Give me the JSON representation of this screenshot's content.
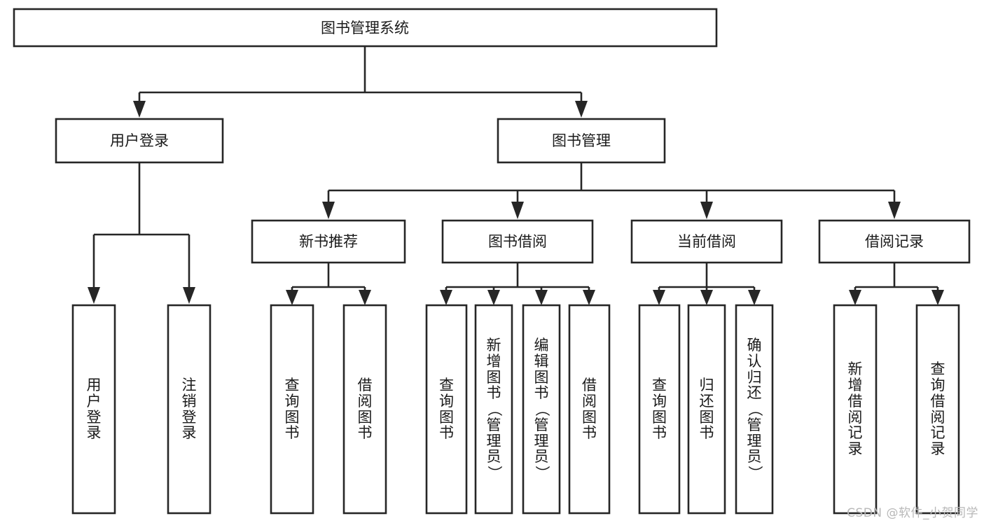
{
  "diagram": {
    "type": "tree",
    "title": "图书管理系统",
    "watermark": "CSDN @软件_小贺同学",
    "colors": {
      "stroke": "#262626",
      "fill": "#ffffff",
      "text": "#1a1a1a",
      "watermark": "#b8b8b8"
    },
    "root": {
      "label": "图书管理系统"
    },
    "level1": [
      {
        "label": "用户登录"
      },
      {
        "label": "图书管理"
      }
    ],
    "level2": [
      {
        "label": "新书推荐"
      },
      {
        "label": "图书借阅"
      },
      {
        "label": "当前借阅"
      },
      {
        "label": "借阅记录"
      }
    ],
    "leaves": {
      "user_login": [
        {
          "label": "用户登录",
          "chars": [
            "用",
            "户",
            "登",
            "录"
          ]
        },
        {
          "label": "注销登录",
          "chars": [
            "注",
            "销",
            "登",
            "录"
          ]
        }
      ],
      "new_book_recommend": [
        {
          "label": "查询图书",
          "chars": [
            "查",
            "询",
            "图",
            "书"
          ]
        },
        {
          "label": "借阅图书",
          "chars": [
            "借",
            "阅",
            "图",
            "书"
          ]
        }
      ],
      "book_borrow": [
        {
          "label": "查询图书",
          "chars": [
            "查",
            "询",
            "图",
            "书"
          ]
        },
        {
          "label": "新增图书（管理员）",
          "chars": [
            "新",
            "增",
            "图",
            "书",
            "（",
            "管",
            "理",
            "员",
            "）"
          ]
        },
        {
          "label": "编辑图书（管理员）",
          "chars": [
            "编",
            "辑",
            "图",
            "书",
            "（",
            "管",
            "理",
            "员",
            "）"
          ]
        },
        {
          "label": "借阅图书",
          "chars": [
            "借",
            "阅",
            "图",
            "书"
          ]
        }
      ],
      "current_borrow": [
        {
          "label": "查询图书",
          "chars": [
            "查",
            "询",
            "图",
            "书"
          ]
        },
        {
          "label": "归还图书",
          "chars": [
            "归",
            "还",
            "图",
            "书"
          ]
        },
        {
          "label": "确认归还（管理员）",
          "chars": [
            "确",
            "认",
            "归",
            "还",
            "（",
            "管",
            "理",
            "员",
            "）"
          ]
        }
      ],
      "borrow_records": [
        {
          "label": "新增借阅记录",
          "chars": [
            "新",
            "增",
            "借",
            "阅",
            "记",
            "录"
          ]
        },
        {
          "label": "查询借阅记录",
          "chars": [
            "查",
            "询",
            "借",
            "阅",
            "记",
            "录"
          ]
        }
      ]
    }
  }
}
